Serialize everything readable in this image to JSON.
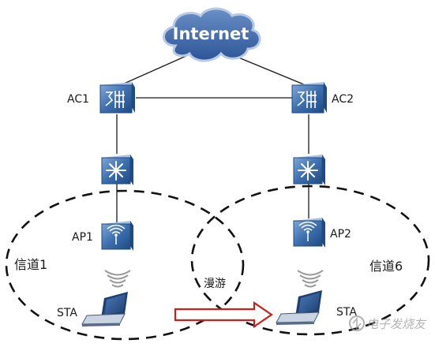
{
  "internet": {
    "label": "Internet"
  },
  "controllers": {
    "ac1": "AC1",
    "ac2": "AC2"
  },
  "access_points": {
    "ap1": "AP1",
    "ap2": "AP2"
  },
  "channels": {
    "left": "信道1",
    "right": "信道6"
  },
  "stations": {
    "left": "STA",
    "right": "STA"
  },
  "roaming": {
    "label": "漫游"
  },
  "watermark": {
    "text": "电子发烧友"
  },
  "colors": {
    "cloud_fill": "#3a64a5",
    "cloud_outline": "#b8c9e4",
    "device_fill": "#2f5f9c",
    "device_light": "#6f9ad0",
    "roam_arrow": "#c9201e",
    "line": "#1a1a1a"
  }
}
